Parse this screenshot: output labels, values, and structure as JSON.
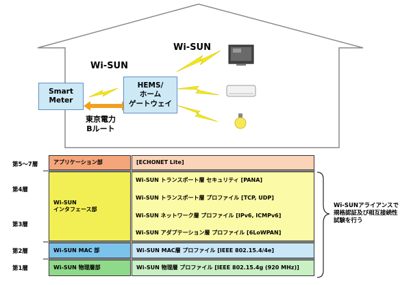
{
  "house": {
    "wisun_top_label": "Wi-SUN",
    "wisun_left_label": "Wi-SUN",
    "smart_meter_label": "Smart\nMeter",
    "hems_label": "HEMS/\nホーム\nゲートウェイ",
    "utility_label": "東京電力\nBルート"
  },
  "stack": {
    "layers": [
      "第5～7層",
      "第4層",
      "第3層",
      "第2層",
      "第1層"
    ],
    "app_section": "アプリケーション部",
    "app_protocol": "[ECHONET Lite]",
    "interface_section": "Wi-SUN\nインタフェース部",
    "interface_protocols": [
      "Wi-SUN トランスポート層  セキュリティ [PANA]",
      "Wi-SUN トランスポート層  プロファイル [TCP, UDP]",
      "Wi-SUN ネットワーク層  プロファイル [IPv6, ICMPv6]",
      "Wi-SUN アダプテーション層  プロファイル [6LoWPAN]"
    ],
    "mac_section": "Wi-SUN MAC 部",
    "mac_protocol": "Wi-SUN MAC層  プロファイル [IEEE 802.15.4/4e]",
    "phy_section": "Wi-SUN 物理層部",
    "phy_protocol": "Wi-SUN 物理層  プロファイル [IEEE 802.15.4g (920 MHz)]",
    "alliance_note": "Wi-SUNアライアンスで\n規格認証及び相互接続性\n試験を行う"
  },
  "colors": {
    "app_left": "#f4a57a",
    "app_right": "#fbd3b8",
    "iface_left": "#f2ef55",
    "iface_right": "#fbfaa6",
    "mac_left": "#7cc3ec",
    "mac_right": "#c9e7f7",
    "phy_left": "#8fd98a",
    "phy_right": "#c9efc4",
    "lightning": "#f4e817",
    "meter_fill": "#cde9f6",
    "meter_border": "#5b8ec8",
    "arrow": "#f0a020"
  }
}
